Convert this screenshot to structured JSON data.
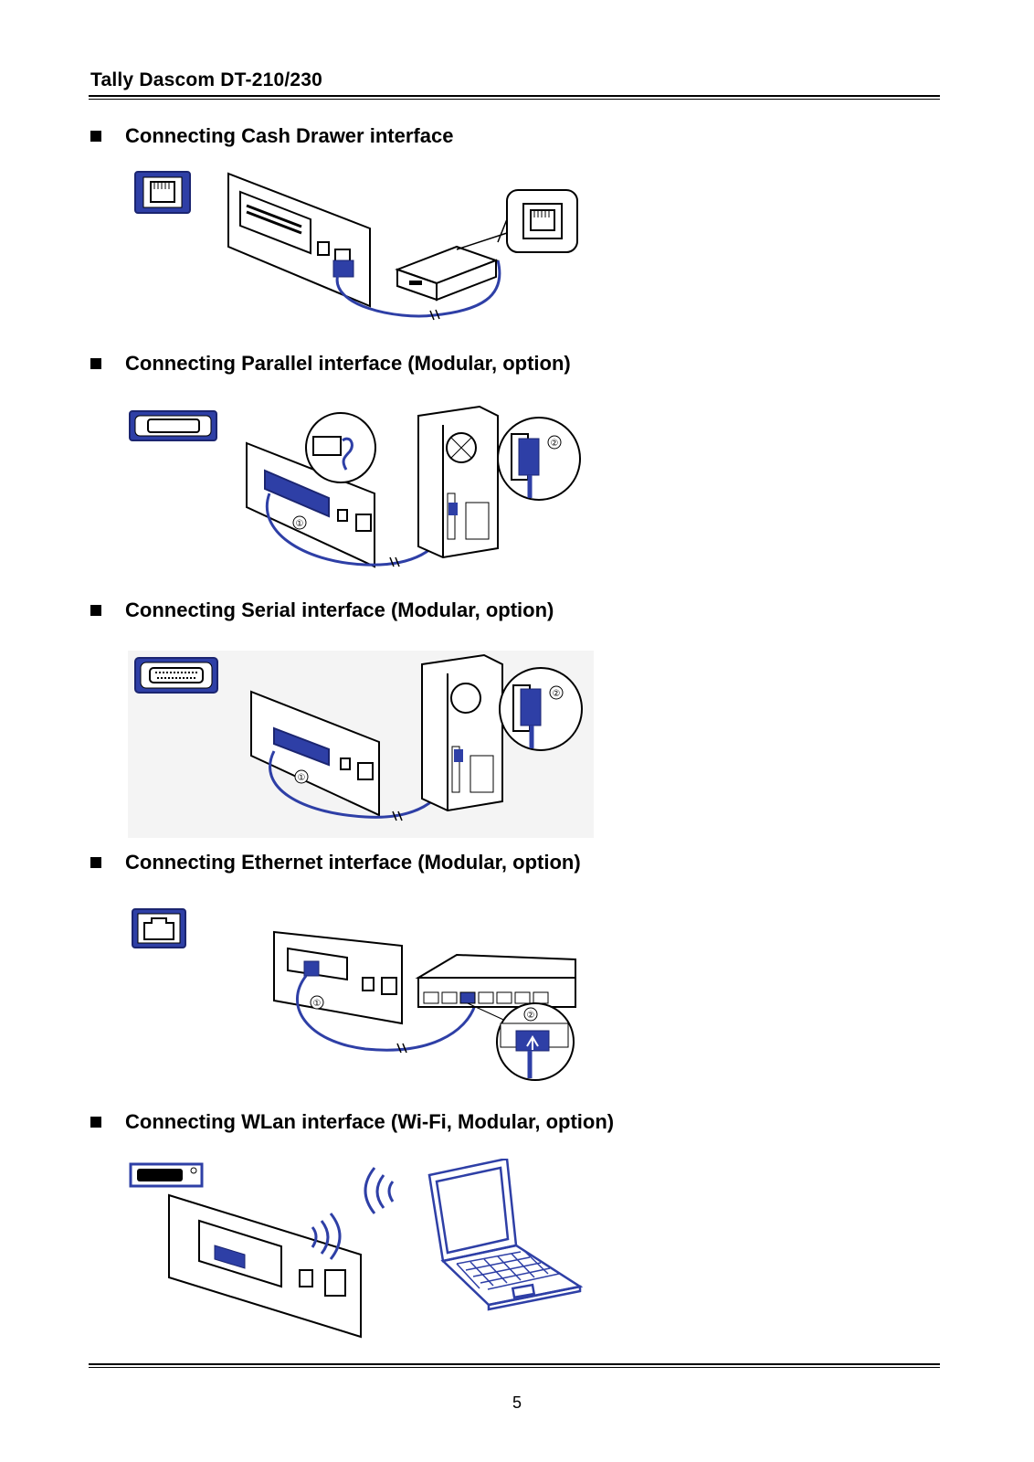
{
  "header": {
    "title": "Tally Dascom DT-210/230"
  },
  "sections": [
    {
      "title": "Connecting Cash Drawer interface"
    },
    {
      "title": "Connecting Parallel interface (Modular, option)"
    },
    {
      "title": "Connecting Serial interface (Modular, option)"
    },
    {
      "title": "Connecting Ethernet interface (Modular, option)"
    },
    {
      "title": "Connecting WLan interface (Wi-Fi, Modular, option)"
    }
  ],
  "figure_labels": {
    "step1": "①",
    "step2": "②"
  },
  "footer": {
    "page_number": "5"
  },
  "colors": {
    "cable_blue": "#2e3fa6",
    "outline": "#1a1a1a"
  }
}
